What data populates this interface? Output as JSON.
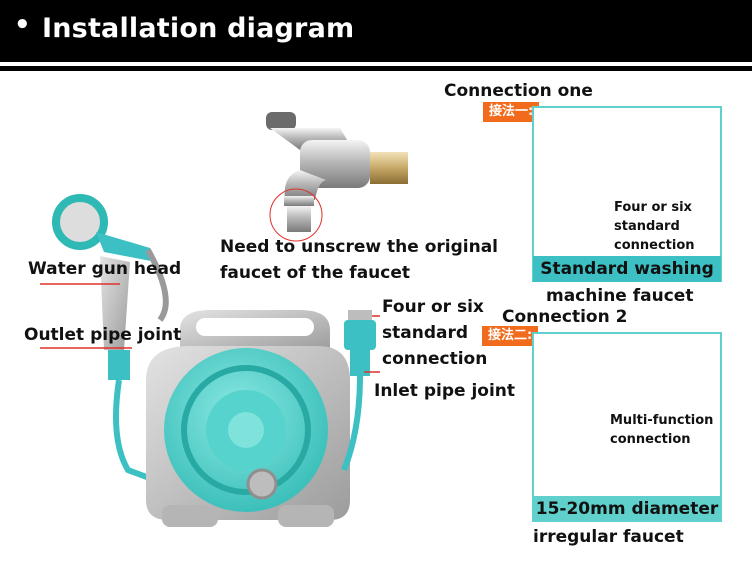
{
  "header": {
    "bullet": "•",
    "title": "Installation diagram"
  },
  "center": {
    "unscrew_line1": "Need to unscrew the original",
    "unscrew_line2": "faucet of the faucet"
  },
  "left": {
    "water_gun_head": "Water gun head",
    "outlet_pipe_joint": "Outlet pipe joint"
  },
  "middle": {
    "four_six_line1": "Four or six",
    "four_six_line2": "standard",
    "four_six_line3": "connection",
    "inlet_pipe_joint": "Inlet pipe joint"
  },
  "panel_one": {
    "heading": "Connection one",
    "tag": "接法一:",
    "note_line1": "Four or six",
    "note_line2": "standard",
    "note_line3": "connection",
    "bar_label": "Standard washing",
    "caption": "machine faucet"
  },
  "panel_two": {
    "heading": "Connection 2",
    "tag": "接法二:",
    "note_line1": "Multi-function",
    "note_line2": "connection",
    "bar_label": "15-20mm diameter",
    "caption": "irregular faucet"
  },
  "colors": {
    "accent_teal": "#3cc0c4",
    "panel_border": "#5fd0cc",
    "tag_orange": "#f26a1b",
    "pointer_red": "#e0302a"
  }
}
